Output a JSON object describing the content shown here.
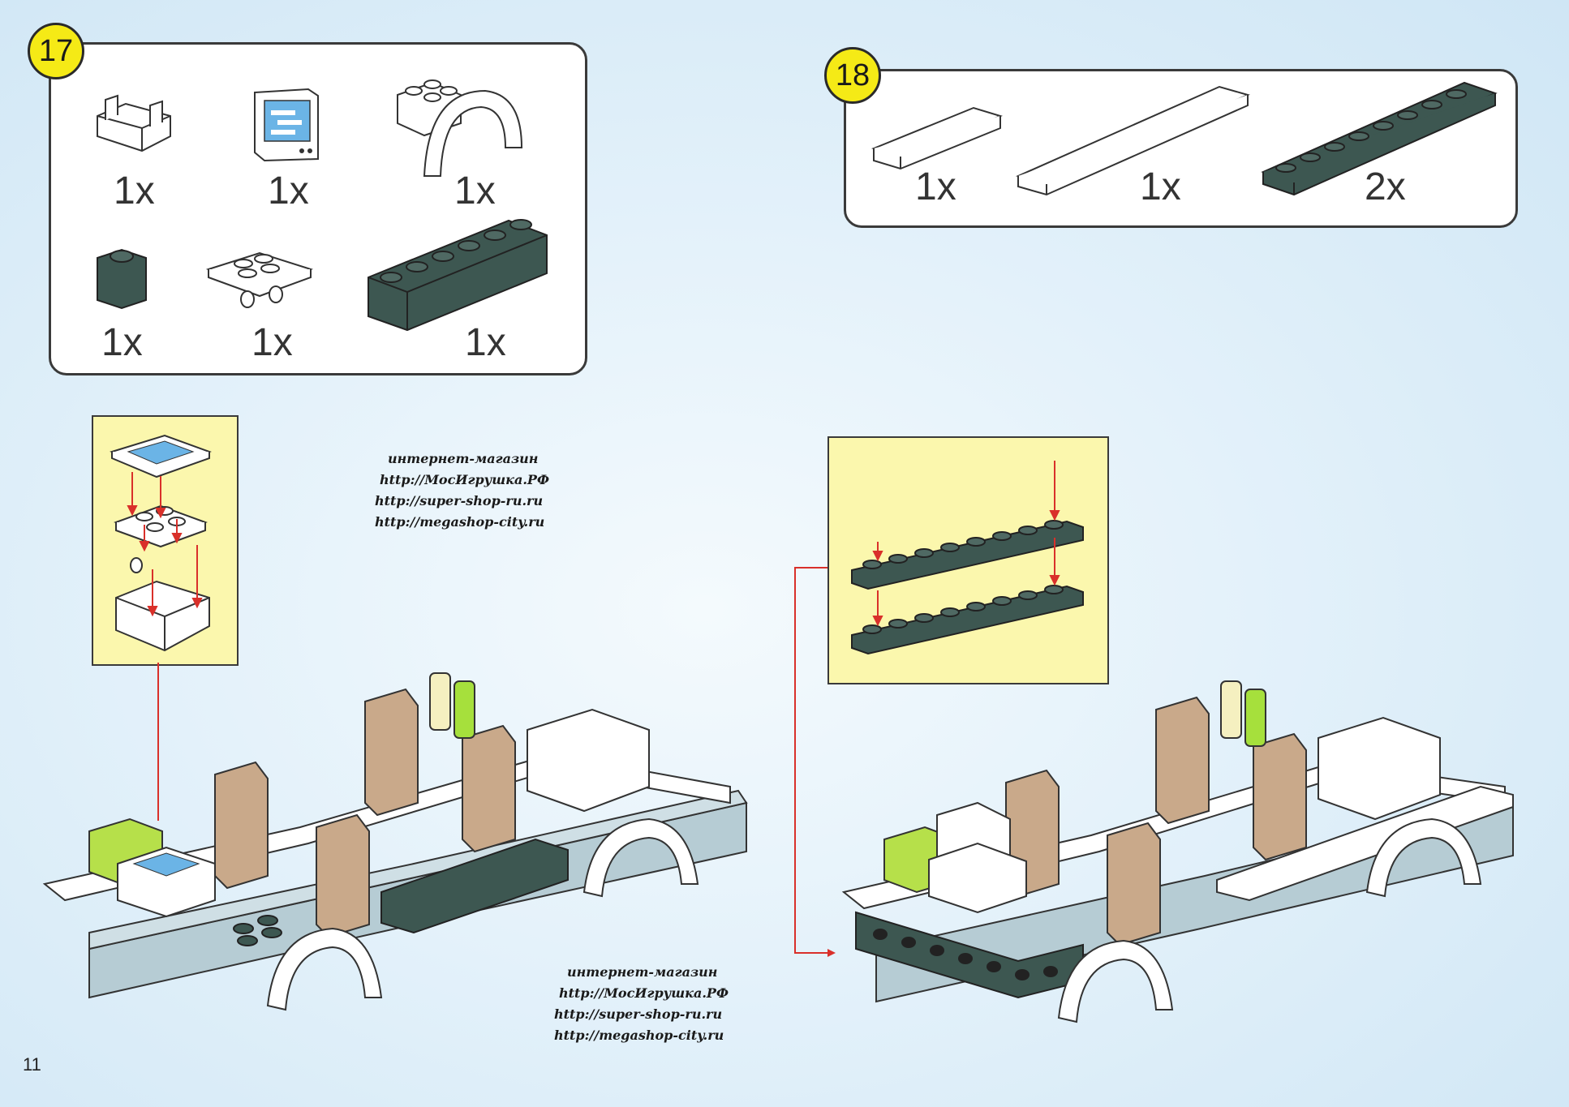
{
  "page_number": "11",
  "step17": {
    "number": "17",
    "quantities": [
      "1x",
      "1x",
      "1x",
      "1x",
      "1x",
      "1x"
    ],
    "parts": [
      "hinge-bracket-white",
      "printed-tile-screen",
      "wheel-arch-white",
      "brick-1x1-dark-green",
      "plate-2x2-hinge-white",
      "brick-1x6-dark-green"
    ]
  },
  "step18": {
    "number": "18",
    "quantities": [
      "1x",
      "1x",
      "2x"
    ],
    "parts": [
      "tile-1x4-white",
      "tile-1x8-white",
      "plate-1x8-dark-green"
    ]
  },
  "watermark_top": {
    "line1": "интернет-магазин",
    "line2": "http://МосИгрушка.РФ",
    "line3": "http://super-shop-ru.ru",
    "line4": "http://megashop-city.ru"
  },
  "watermark_bottom": {
    "line1": "интернет-магазин",
    "line2": "http://МосИгрушка.РФ",
    "line3": "http://super-shop-ru.ru",
    "line4": "http://megashop-city.ru"
  },
  "colors": {
    "badge": "#f5ea16",
    "callout": "#fbf7ad",
    "dark_green": "#3d5751",
    "arrow": "#d9302a",
    "tan": "#c9a98a",
    "light_blue_grey": "#b6ccd4"
  }
}
